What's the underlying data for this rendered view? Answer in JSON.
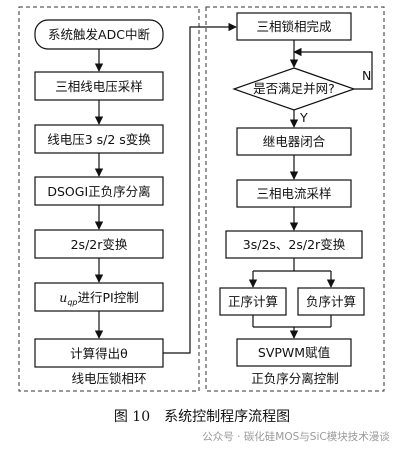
{
  "left_group": {
    "label": "线电压锁相环",
    "nodes": [
      "系统触发ADC中断",
      "三相线电压采样",
      "线电压3 s/2 s变换",
      "DSOGI正负序分离",
      "2s/2r变换",
      "进行PI控制",
      "计算得出θ"
    ],
    "pi_symbol": "u",
    "pi_subscript": "qp"
  },
  "right_group": {
    "label": "正负序分离控制",
    "nodes": [
      "三相锁相完成",
      "是否满足并网?",
      "继电器闭合",
      "三相电流采样",
      "3s/2s、2s/2r变换",
      "正序计算",
      "负序计算",
      "SVPWM赋值"
    ],
    "decision_yes": "Y",
    "decision_no": "N"
  },
  "caption": "图 10　系统控制程序流程图",
  "watermark": "公众号 · 碳化硅MOS与SiC模块技术漫谈"
}
